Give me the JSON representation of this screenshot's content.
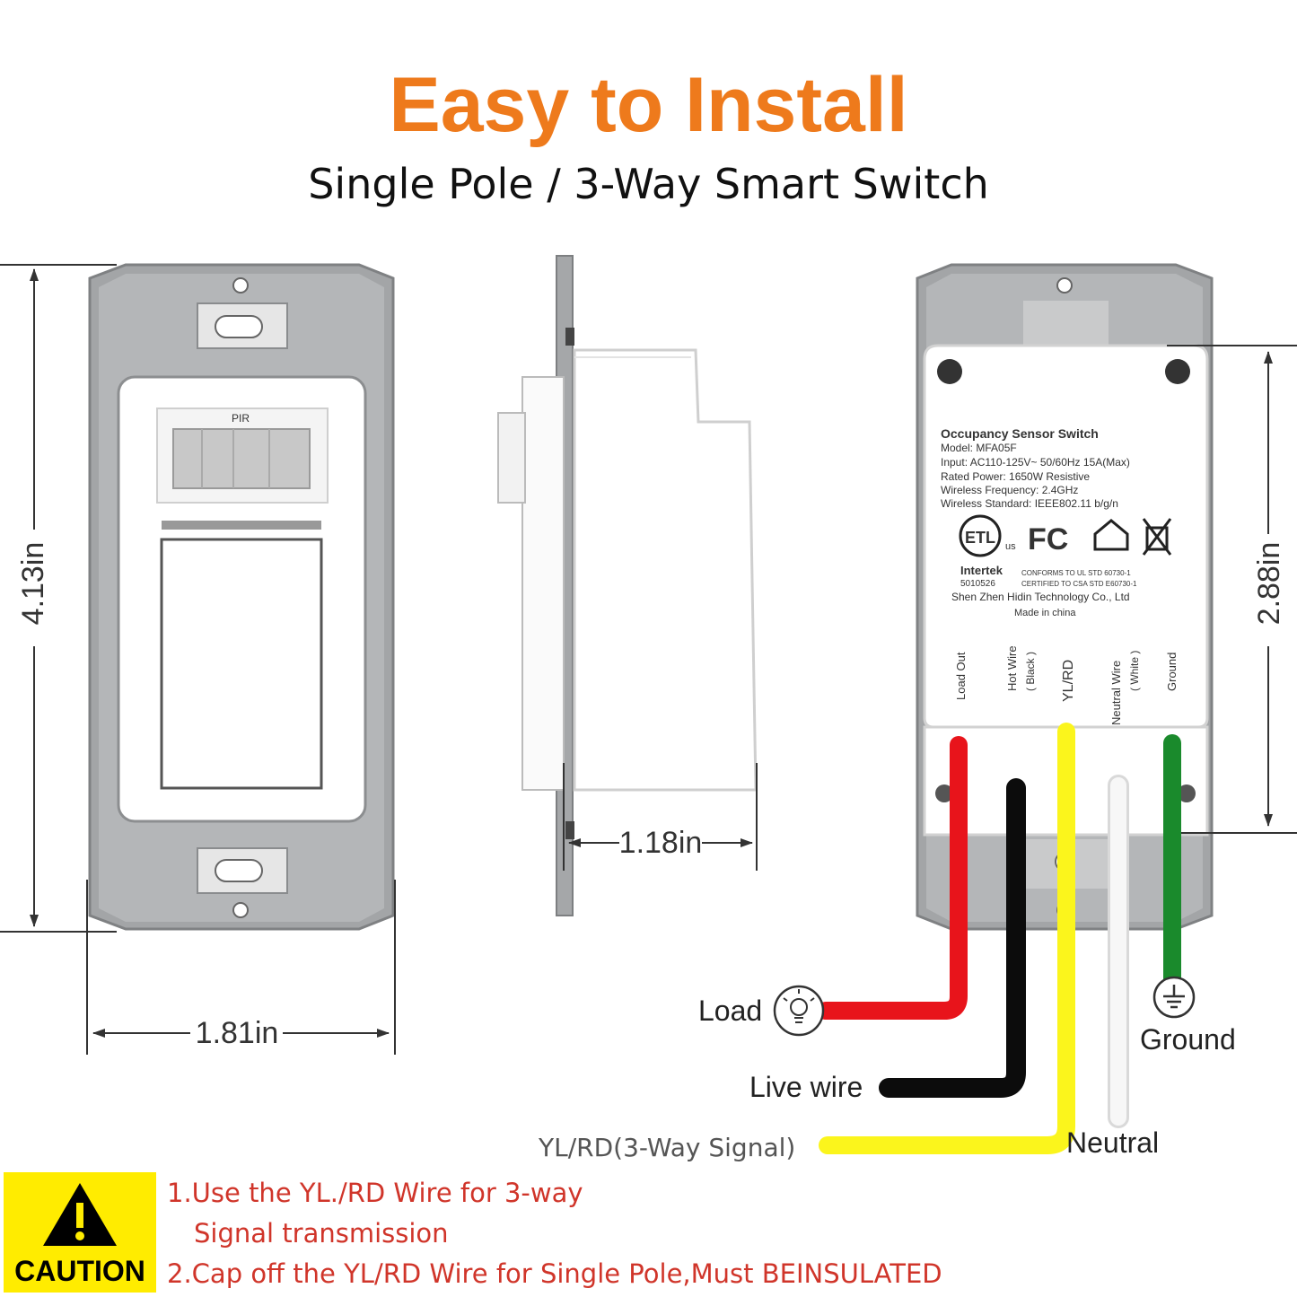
{
  "header": {
    "title": "Easy to Install",
    "subtitle": "Single Pole / 3-Way Smart Switch"
  },
  "dimensions": {
    "height": "4.13in",
    "width": "1.81in",
    "depth": "1.18in",
    "body_height": "2.88in"
  },
  "front_view": {
    "sensor_label": "PIR"
  },
  "back_label": {
    "lines": [
      "Occupancy Sensor Switch",
      "Model: MFA05F",
      "Input: AC110-125V~ 50/60Hz  15A(Max)",
      "Rated Power: 1650W     Resistive",
      "Wireless Frequency: 2.4GHz",
      "Wireless Standard: IEEE802.11 b/g/n"
    ],
    "cert_etl": "ETL",
    "cert_us": "us",
    "cert_fcc": "FC",
    "intertek": "Intertek",
    "intertek_no": "5010526",
    "conforms_1": "CONFORMS TO UL STD 60730-1",
    "conforms_2": "CERTIFIED TO CSA STD E60730-1",
    "manufacturer": "Shen Zhen Hidin Technology Co., Ltd",
    "made_in": "Made in china",
    "terminals": {
      "load_out": "Load Out",
      "hot_wire": "Hot Wire",
      "hot_wire_sub": "( Black )",
      "yl_rd": "YL/RD",
      "neutral_wire": "Neutral  Wire",
      "neutral_sub": "( White )",
      "ground": "Ground"
    }
  },
  "wires": {
    "load": "Load",
    "live": "Live wire",
    "signal": "YL/RD(3-Way Signal)",
    "neutral": "Neutral",
    "ground": "Ground"
  },
  "colors": {
    "title_orange": "#ee7a1c",
    "caution_yellow": "#ffec00",
    "note_red": "#d0352a",
    "wire_red": "#e8141b",
    "wire_black": "#0c0c0c",
    "wire_yellow": "#fbf51c",
    "wire_white": "#f4f4f4",
    "wire_green": "#1a8a2c",
    "plate_gray": "#9a9c9e"
  },
  "caution": {
    "label": "CAUTION",
    "icon": "warning-triangle-icon",
    "note_1a": "1.Use the YL./RD Wire for 3-way",
    "note_1b": "Signal transmission",
    "note_2": "2.Cap off the YL/RD Wire for Single Pole,Must BEINSULATED"
  }
}
